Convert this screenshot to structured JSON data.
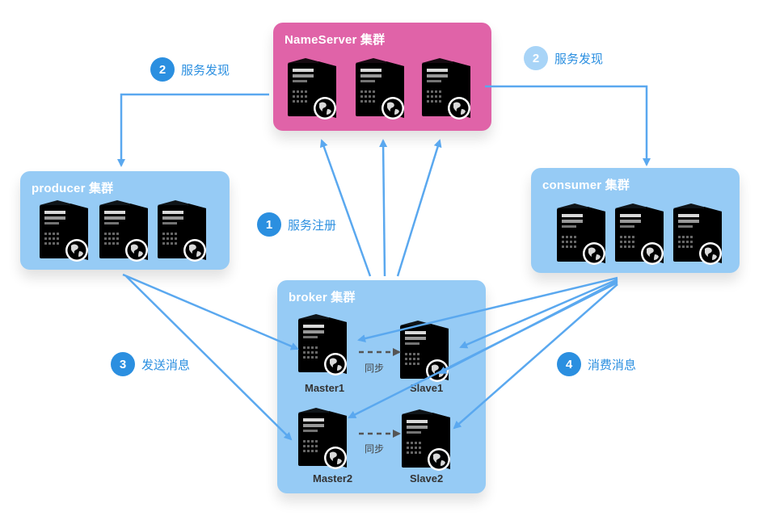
{
  "colors": {
    "nameserver": "#e063a8",
    "cluster_blue": "#96cbf5",
    "arrow_blue": "#5aa8ef",
    "badge_blue": "#2b8fe0",
    "badge_light": "#a8d4f7",
    "server_pink": "#eeaccf",
    "server_blue": "#4b9ee0",
    "server_gray": "#9aa3ab"
  },
  "clusters": {
    "nameserver": {
      "title": "NameServer 集群"
    },
    "producer": {
      "title": "producer 集群"
    },
    "consumer": {
      "title": "consumer 集群"
    },
    "broker": {
      "title": "broker 集群"
    }
  },
  "steps": {
    "discovery_left": {
      "number": "2",
      "label": "服务发现"
    },
    "discovery_right": {
      "number": "2",
      "label": "服务发现"
    },
    "register": {
      "number": "1",
      "label": "服务注册"
    },
    "send": {
      "number": "3",
      "label": "发送消息"
    },
    "consume": {
      "number": "4",
      "label": "消费消息"
    }
  },
  "broker_nodes": {
    "master1": "Master1",
    "slave1": "Slave1",
    "master2": "Master2",
    "slave2": "Slave2",
    "sync1": "同步",
    "sync2": "同步"
  },
  "icons": {
    "server": "server-icon",
    "globe": "globe-icon",
    "arrow": "arrow-icon"
  }
}
